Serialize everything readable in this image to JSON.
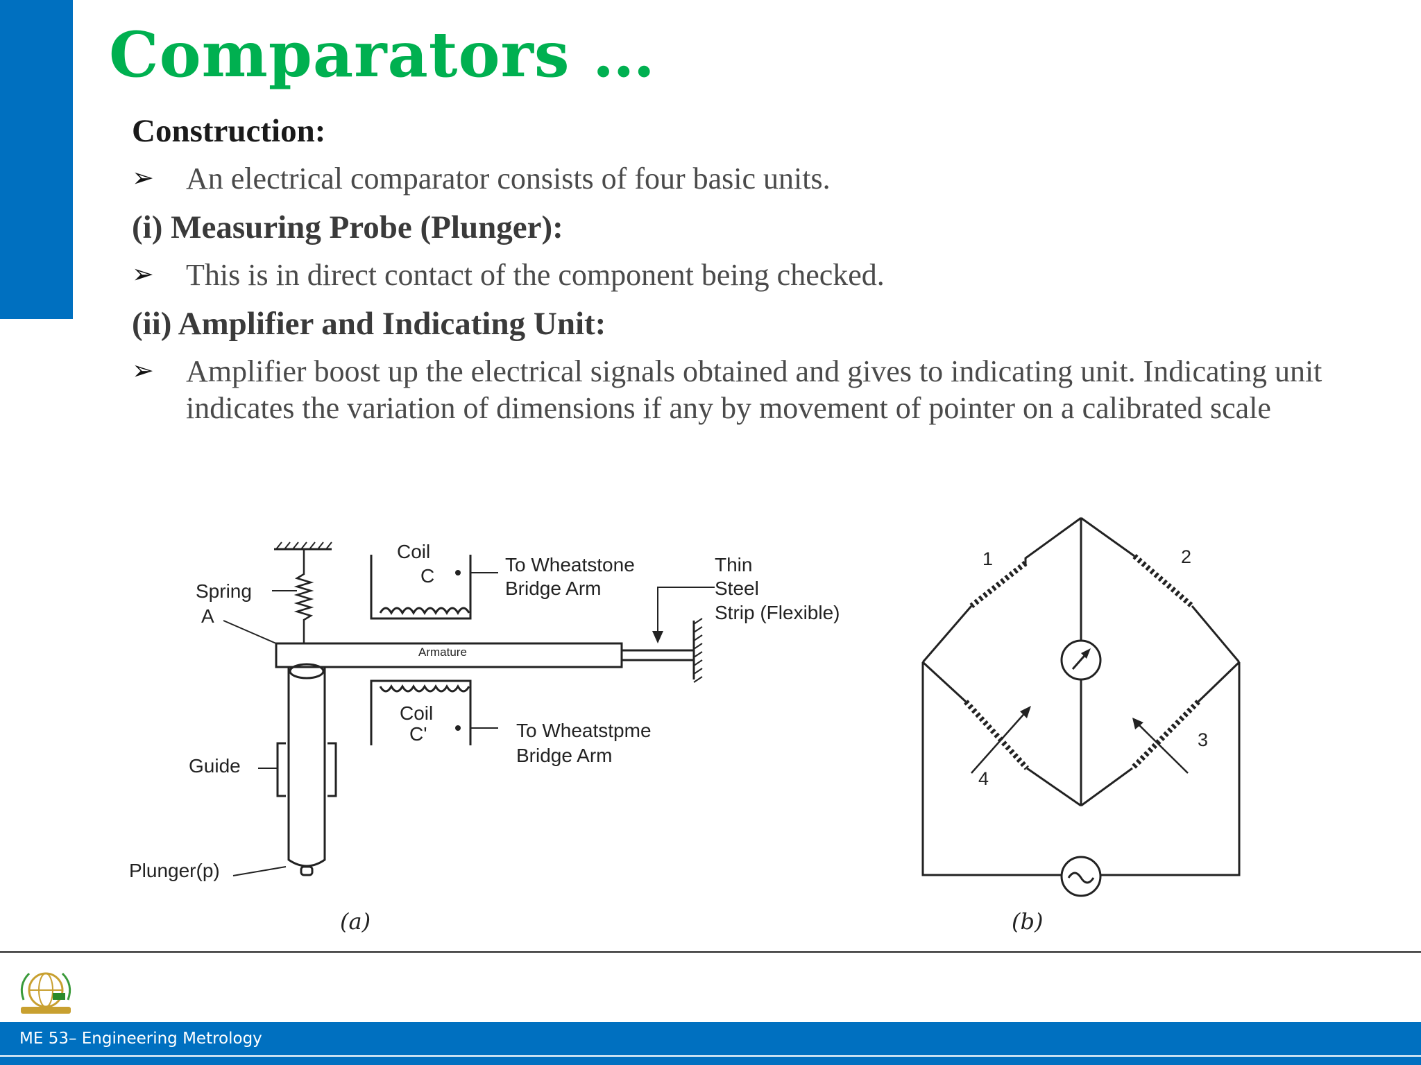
{
  "slide": {
    "title": "Comparators …",
    "construction_heading": "Construction:",
    "bullet1": "An electrical comparator consists of four basic units.",
    "heading1": "(i) Measuring Probe (Plunger):",
    "bullet2": "This is in direct contact of the component being checked.",
    "heading2": "(ii) Amplifier and Indicating Unit:",
    "bullet3": "Amplifier boost up the electrical signals obtained and gives to indicating unit. Indicating unit indicates the variation of dimensions if any by movement of pointer on a calibrated scale",
    "bullet_marker": "➢"
  },
  "figure_a": {
    "spring_label_1": "Spring",
    "spring_label_2": "A",
    "coil_top_1": "Coil",
    "coil_top_2": "C",
    "bridge_top_1": "To Wheatstone",
    "bridge_top_2": "Bridge Arm",
    "strip_1": "Thin",
    "strip_2": "Steel",
    "strip_3": "Strip (Flexible)",
    "armature": "Armature",
    "coil_bottom_1": "Coil",
    "coil_bottom_2": "C'",
    "bridge_bottom_1": "To Wheatstpme",
    "bridge_bottom_2": "Bridge Arm",
    "guide": "Guide",
    "plunger": "Plunger(p)",
    "caption": "(a)"
  },
  "figure_b": {
    "arm_1": "1",
    "arm_2": "2",
    "arm_3": "3",
    "arm_4": "4",
    "caption": "(b)"
  },
  "footer": {
    "course": "ME 53– Engineering Metrology"
  },
  "colors": {
    "accent_blue": "#0070c0",
    "title_green": "#00b050"
  }
}
